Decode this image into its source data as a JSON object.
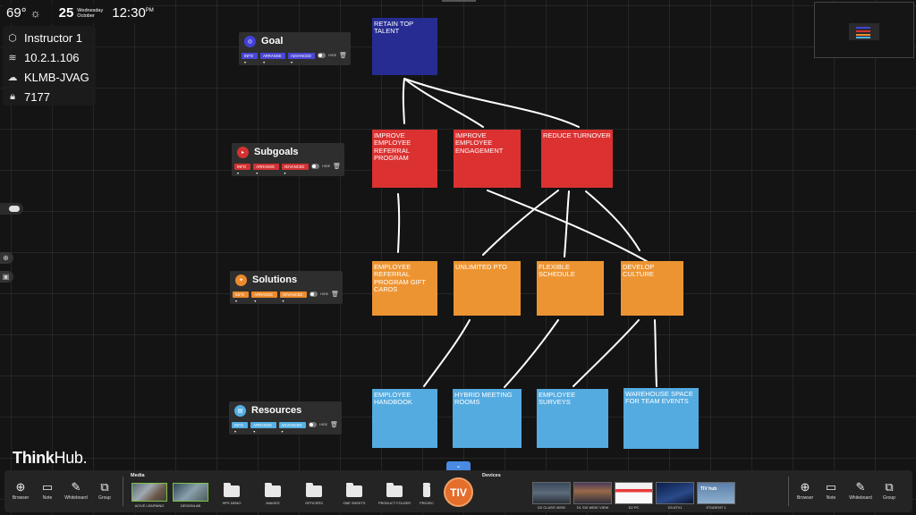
{
  "status": {
    "temperature": "69°",
    "weather_icon": "sun-icon",
    "date_day": "25",
    "date_weekday": "Wednesday",
    "date_month": "October",
    "time": "12:30",
    "time_suffix": "PM",
    "device_name": "Instructor 1",
    "ip_address": "10.2.1.106",
    "network": "KLMB-JVAG",
    "pin": "7177"
  },
  "categories": [
    {
      "name": "Goal",
      "color": "#4340d8",
      "pill_color": "#4a46d6",
      "icon": "target-icon"
    },
    {
      "name": "Subgoals",
      "color": "#d43232",
      "pill_color": "#d43232",
      "icon": "play-icon"
    },
    {
      "name": "Solutions",
      "color": "#ec8a2c",
      "pill_color": "#ec8a2c",
      "icon": "bulb-icon"
    },
    {
      "name": "Resources",
      "color": "#55b0e4",
      "pill_color": "#55b0e4",
      "icon": "book-icon"
    }
  ],
  "category_controls": {
    "info": "INFO",
    "arrange": "ARRANGE",
    "advanced": "ADVANCED",
    "hide": "HIDE"
  },
  "notes": {
    "goal": "RETAIN TOP TALENT",
    "subgoals": [
      "IMPROVE EMPLOYEE REFERRAL PROGRAM",
      "IMPROVE EMPLOYEE ENGAGEMENT",
      "REDUCE TURNOVER"
    ],
    "solutions": [
      "EMPLOYEE REFERRAL PROGRAM GIFT CARDS",
      "UNLIMITED PTO",
      "FLEXIBLE SCHEDULE",
      "DEVELOP CULTURE"
    ],
    "resources": [
      "EMPLOYEE HANDBOOK",
      "HYBRID MEETING ROOMS",
      "EMPLOYEE SURVEYS",
      "WAREHOUSE SPACE FOR TEAM EVENTS"
    ]
  },
  "logo": {
    "think": "Think",
    "hub": "Hub."
  },
  "dock": {
    "tools": [
      {
        "label": "Browser",
        "icon": "globe-icon"
      },
      {
        "label": "Note",
        "icon": "note-icon"
      },
      {
        "label": "Whiteboard",
        "icon": "pen-icon"
      },
      {
        "label": "Group",
        "icon": "group-icon"
      }
    ],
    "media_label": "Media",
    "media": [
      "ACIVE LEARNING",
      "DESIGNLAB",
      "HPS DEMO",
      "IMAGES",
      "OFFICERS",
      "ONE SHEETS",
      "PRODUCT FOLDER",
      "PROJEC"
    ],
    "tiv": "TIV",
    "devices_label": "Devices",
    "devices": [
      "D2 CLASS VIEW",
      "D1 SIX WIDE VIEW",
      "D2 PC",
      "D3 ATV1",
      "STUDENT 1"
    ],
    "device5_text": "TIV hub"
  }
}
